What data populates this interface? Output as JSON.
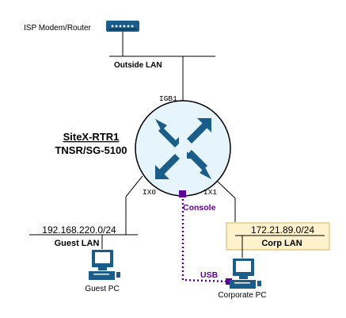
{
  "isp": {
    "label": "ISP Modem/Router"
  },
  "outside_lan": {
    "label": "Outside LAN"
  },
  "router": {
    "port_igb1": "IGB1",
    "port_ix0": "IX0",
    "port_ix1": "IX1",
    "name": "SiteX-RTR1",
    "model": "TNSR/SG-5100"
  },
  "console": {
    "label": "Console",
    "usb_label": "USB"
  },
  "guest_lan": {
    "subnet": "192.168.220.0/24",
    "label": "Guest LAN"
  },
  "corp_lan": {
    "subnet": "172.21.89.0/24",
    "label": "Corp LAN"
  },
  "guest_pc": {
    "label": "Guest PC"
  },
  "corporate_pc": {
    "label": "Corporate PC"
  },
  "colors": {
    "device_blue": "#1a5c8a",
    "router_fill": "#e6f4fb",
    "console_purple": "#5c0099",
    "corp_fill": "#fff2cc",
    "corp_border": "#d6b656"
  }
}
